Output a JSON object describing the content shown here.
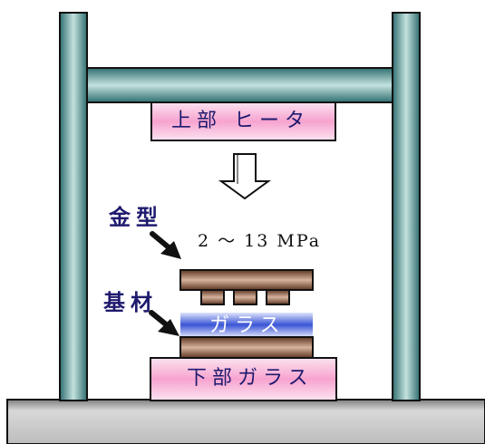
{
  "labels": {
    "upper_heater": "上部 ヒータ",
    "lower_glass": "下部ガラス",
    "mold": "金型",
    "substrate": "基材",
    "glass": "ガラス",
    "pressure": "2 ～ 13 MPa"
  },
  "colors": {
    "frame_teal": "#2f6e70",
    "frame_highlight": "#b9d9d6",
    "heater_pink": "#f7a3cf",
    "mold_brown": "#7a4a32",
    "mold_highlight": "#d6b39c",
    "glass_blue": "#3a55d6",
    "base_gray": "#8f8f8f",
    "text_navy": "#1e1a6e"
  },
  "icons": {
    "press_direction": "down-arrow-icon",
    "mold_pointer": "pointer-arrow-icon",
    "substrate_pointer": "pointer-arrow-icon"
  }
}
